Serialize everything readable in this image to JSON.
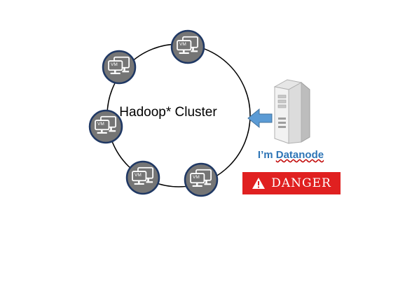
{
  "cluster": {
    "title": "Hadoop* Cluster",
    "nodes": [
      "VM",
      "VM",
      "VM",
      "VM",
      "VM"
    ]
  },
  "datanode": {
    "caption_prefix": "I’m ",
    "caption_word": "Datanode"
  },
  "danger": {
    "label": "DANGER",
    "icon": "warning-triangle-icon"
  },
  "colors": {
    "node_fill": "#757575",
    "node_border": "#1f3864",
    "monitor": "#ffffff",
    "arrow": "#5b9bd5",
    "caption": "#2e75b6",
    "danger_bg": "#e02020"
  }
}
